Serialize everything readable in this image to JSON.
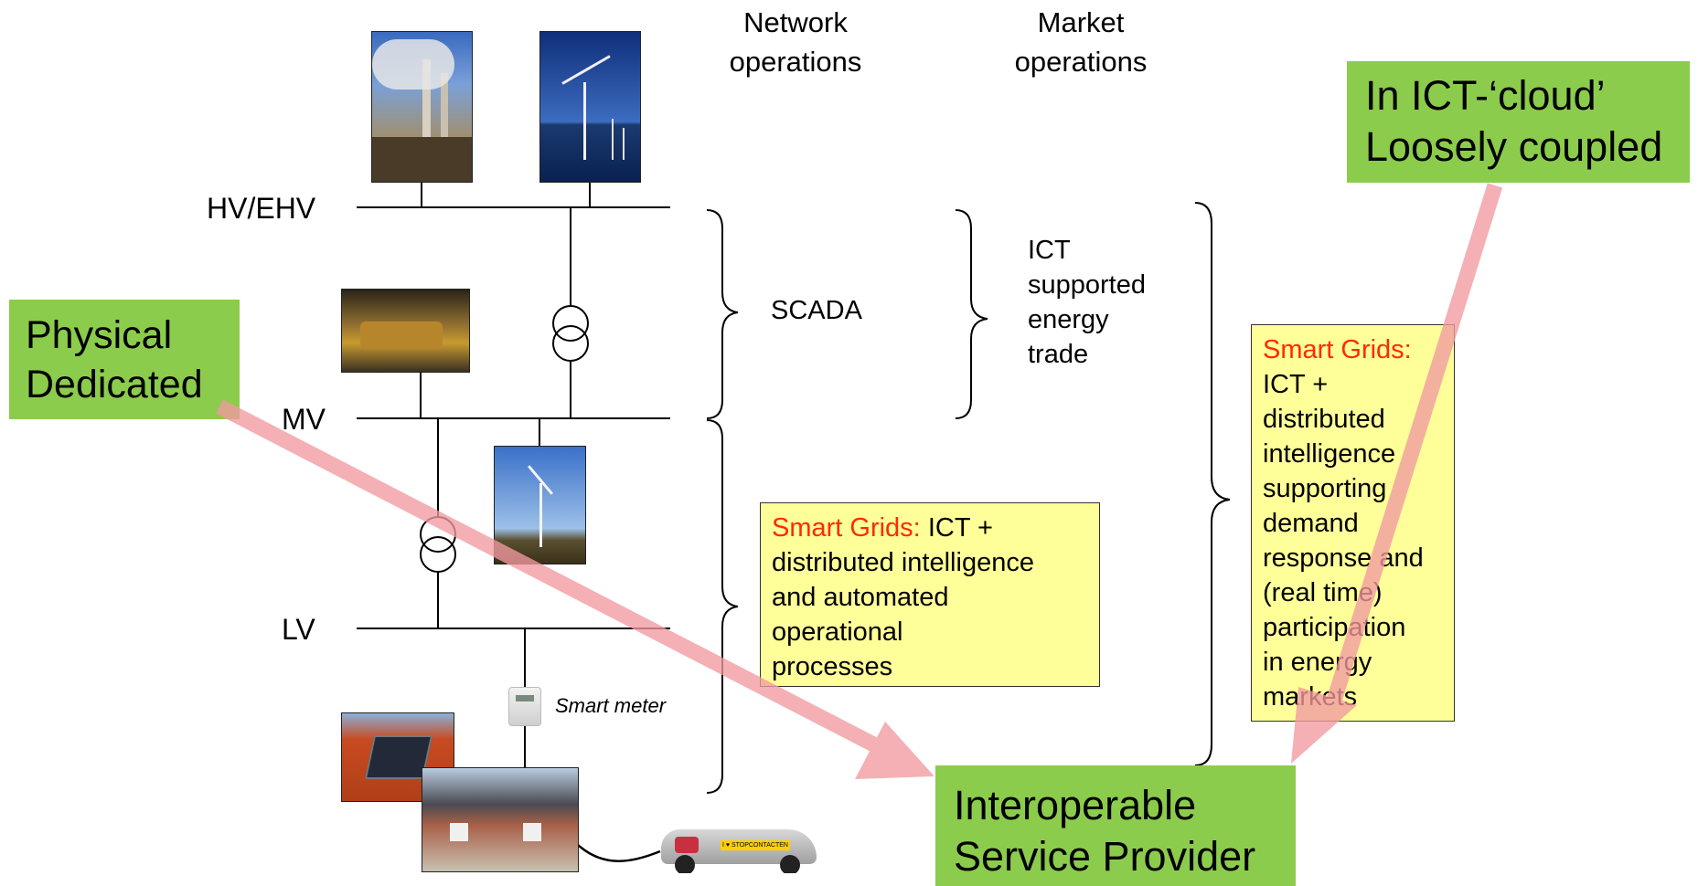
{
  "headers": {
    "network": "Network\noperations",
    "market": "Market\noperations"
  },
  "bus_labels": {
    "hv": "HV/EHV",
    "mv": "MV",
    "lv": "LV"
  },
  "scada": "SCADA",
  "ict_trade": "ICT\nsupported\nenergy\ntrade",
  "smart_meter": "Smart meter",
  "smart_grids_left": {
    "title": "Smart Grids:",
    "text": "ICT +\ndistributed intelligence\nand automated\noperational\nprocesses"
  },
  "smart_grids_right": {
    "title": "Smart Grids:",
    "text": "ICT +\ndistributed\nintelligence\nsupporting\ndemand\nresponse and\n(real time)\nparticipation\nin energy\nmarkets"
  },
  "green_boxes": {
    "physical": "Physical\nDedicated",
    "cloud": "In ICT-‘cloud’\nLoosely coupled",
    "provider": "Interoperable\nService Provider"
  },
  "car_sticker": "I ♥ STOPCONTACTEN",
  "colors": {
    "green": "#8ccc4c",
    "yellow": "#ffff99",
    "red_text": "#ff2a00",
    "arrow": "#f29aa0"
  }
}
